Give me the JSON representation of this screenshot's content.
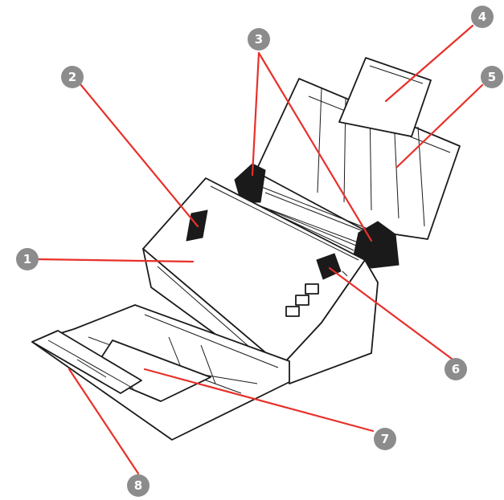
{
  "figure": {
    "colors": {
      "leader": "#e8302a",
      "callout_circle": "#8c8c8c",
      "callout_text": "#ffffff",
      "outline": "#1a1a1a"
    },
    "callouts": [
      {
        "number": "1"
      },
      {
        "number": "2"
      },
      {
        "number": "3"
      },
      {
        "number": "4"
      },
      {
        "number": "5"
      },
      {
        "number": "6"
      },
      {
        "number": "7"
      },
      {
        "number": "8"
      }
    ]
  }
}
